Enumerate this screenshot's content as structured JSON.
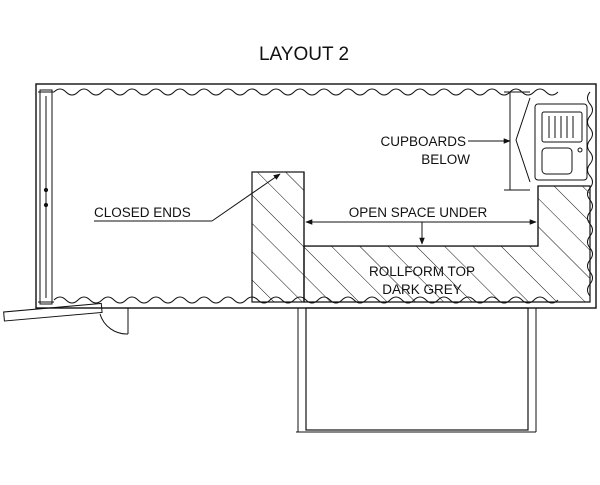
{
  "diagram": {
    "title": "LAYOUT 2",
    "labels": {
      "cupboards_line1": "CUPBOARDS",
      "cupboards_line2": "BELOW",
      "closed_ends": "CLOSED ENDS",
      "open_space_under": "OPEN SPACE UNDER",
      "rollform_line1": "ROLLFORM TOP",
      "rollform_line2": "DARK GREY"
    },
    "colors": {
      "line": "#111111",
      "background": "#ffffff"
    },
    "icons": {
      "sink": "sink-icon",
      "door": "door-icon"
    }
  }
}
